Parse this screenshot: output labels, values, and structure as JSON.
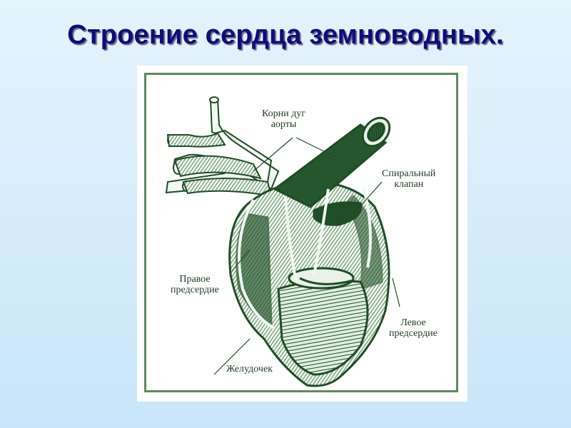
{
  "slide": {
    "title": "Строение сердца земноводных."
  },
  "figure": {
    "description": "Amphibian heart anatomical illustration",
    "colors": {
      "ink": "#1f4d26",
      "frame": "#5e8a5e",
      "title": "#0d0d7a"
    },
    "labels": {
      "aortic_roots": [
        "Корни дуг",
        "аорты"
      ],
      "spiral_valve": [
        "Спиральный",
        "клапан"
      ],
      "right_atrium": [
        "Правое",
        "предсердие"
      ],
      "left_atrium": [
        "Левое",
        "предсердие"
      ],
      "ventricle": [
        "Желудочек"
      ]
    }
  }
}
